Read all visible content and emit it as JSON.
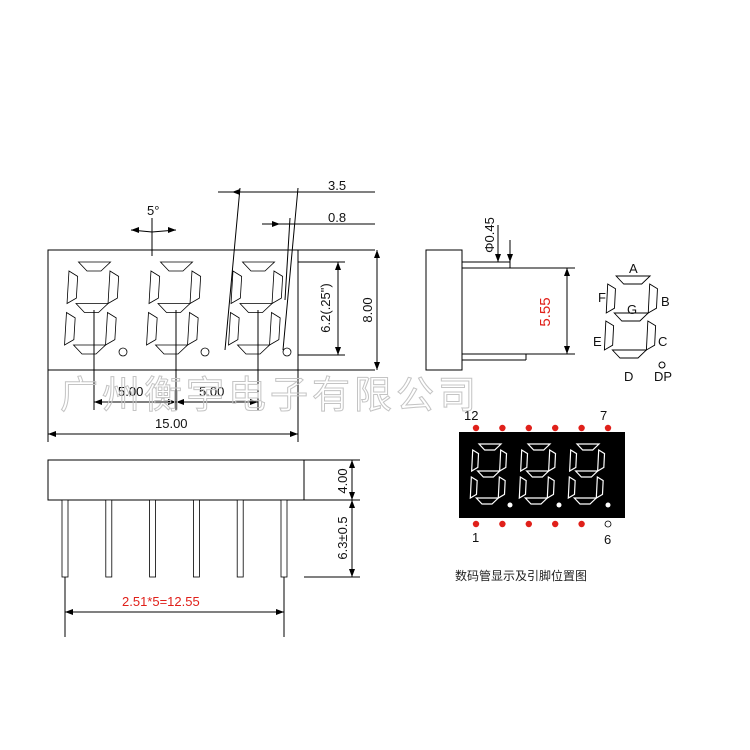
{
  "dims": {
    "angle": "5°",
    "d_3_5": "3.5",
    "d_0_8": "0.8",
    "height_window": "6.2(.25\")",
    "height_total": "8.00",
    "digit_pitch_1": "5.00",
    "digit_pitch_2": "5.00",
    "width_total": "15.00",
    "thickness": "4.00",
    "pin_length": "6.3±0.5",
    "pin_span": "2.51*5=12.55",
    "pin_dia": "Φ0.45",
    "pin_offset": "5.55"
  },
  "segments": {
    "a": "A",
    "b": "B",
    "c": "C",
    "d": "D",
    "e": "E",
    "f": "F",
    "g": "G",
    "dp": "DP"
  },
  "pins": {
    "top_left": "12",
    "top_right": "7",
    "bottom_left": "1",
    "bottom_right": "6"
  },
  "watermark": "广州衡宇电子有限公司",
  "caption": "数码管显示及引脚位置图",
  "colors": {
    "line": "#000000",
    "red_text": "#e0201a",
    "pin_dot": "#e0201a",
    "display_body": "#000000",
    "segment": "#ffffff"
  }
}
